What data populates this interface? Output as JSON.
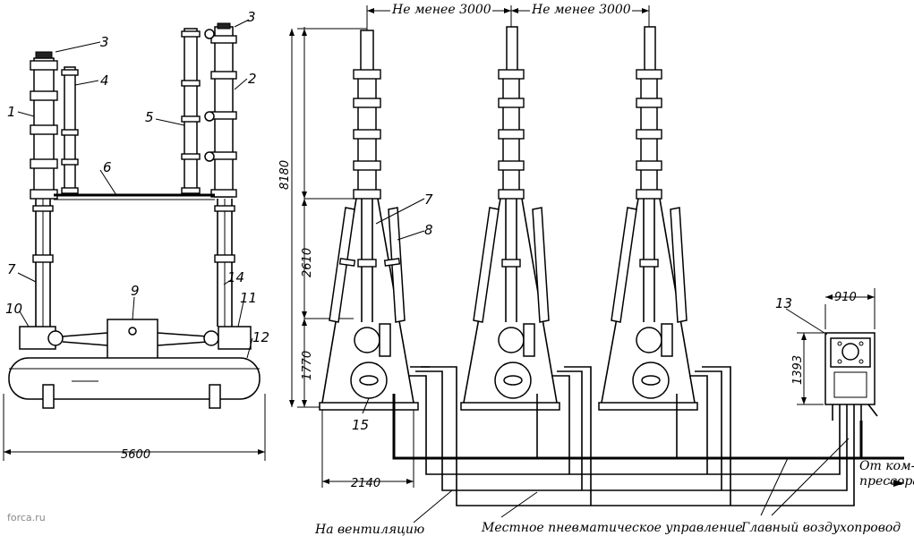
{
  "labels": {
    "n1": "1",
    "n2": "2",
    "n3a": "3",
    "n3b": "3",
    "n4": "4",
    "n5": "5",
    "n6": "6",
    "n7a": "7",
    "n7b": "7",
    "n8": "8",
    "n9": "9",
    "n10": "10",
    "n11": "11",
    "n12": "12",
    "n13": "13",
    "n14": "14",
    "n15": "15"
  },
  "dimensions": {
    "spacing_left": "Не менее 3000",
    "spacing_right": "Не менее 3000",
    "height_total": "8180",
    "height_mid": "2610",
    "height_low": "1770",
    "width_base": "5600",
    "width_foot": "2140",
    "cabinet_width": "910",
    "cabinet_height": "1393"
  },
  "captions": {
    "compressor_line1": "От ком-",
    "compressor_line2": "прессора",
    "ventilation": "На вентиляцию",
    "local_control": "Местное пневматическое управление",
    "main_duct": "Главный воздухопровод"
  },
  "watermark": "forca.ru"
}
